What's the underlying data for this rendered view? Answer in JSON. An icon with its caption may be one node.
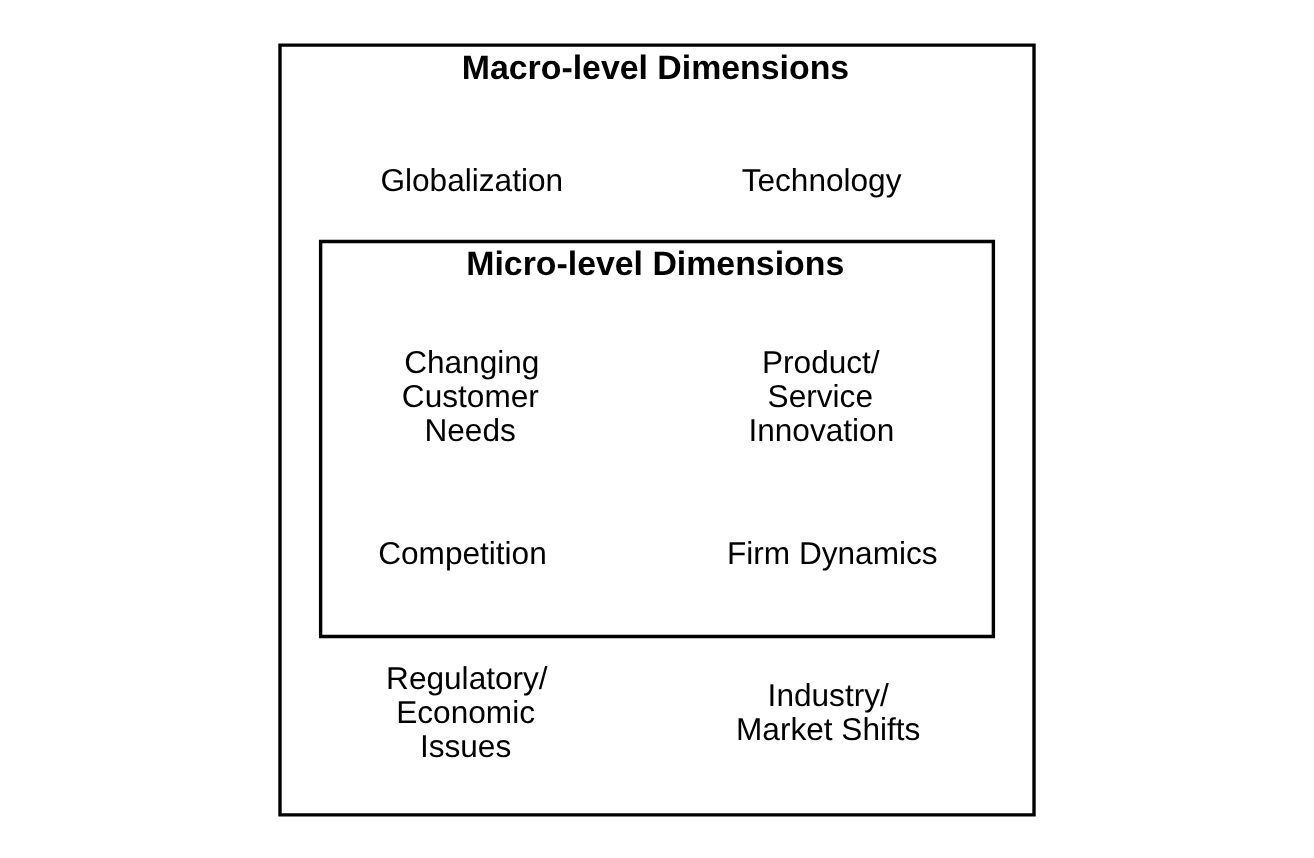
{
  "diagram": {
    "nodes": [
      {
        "text": [
          "Macro-level Dimensions"
        ]
      },
      {
        "text": [
          "Globalization"
        ],
        "in": 0
      },
      {
        "text": [
          "Technology"
        ],
        "in": 0
      },
      {
        "text": [
          "Micro-level Dimensions"
        ],
        "in": 0
      },
      {
        "text": [
          "Changing Customer Needs"
        ],
        "in": 3
      },
      {
        "text": [
          "Product/ Service Innovation"
        ],
        "in": 3
      },
      {
        "text": [
          "Competition"
        ],
        "in": 3
      },
      {
        "text": [
          "Firm Dynamics"
        ],
        "in": 3
      },
      {
        "text": [
          "Regulatory/ Economic Issues"
        ],
        "in": 0
      },
      {
        "text": [
          "Industry/ Market Shifts"
        ],
        "in": 0
      }
    ]
  }
}
